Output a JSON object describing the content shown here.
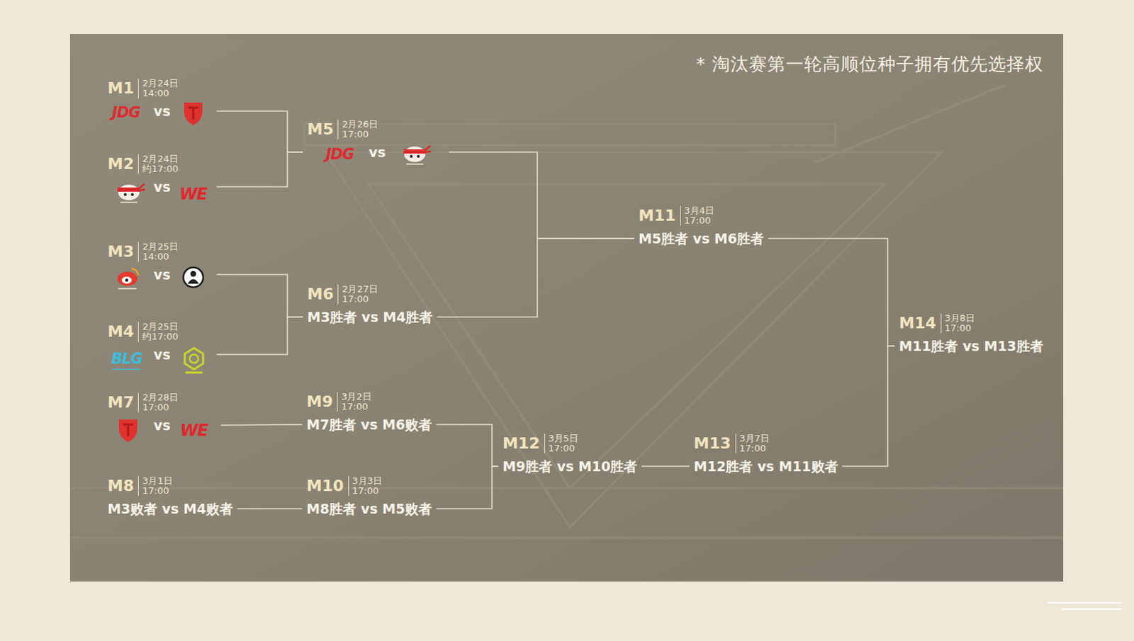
{
  "diagram": {
    "nodes": [
      {
        "text": [
          "M1",
          "2月24日 14:00",
          "vs"
        ]
      },
      {
        "text": [
          "M2",
          "2月24日 约17:00",
          "vs"
        ]
      },
      {
        "text": [
          "M3",
          "2月25日 14:00",
          "vs"
        ]
      },
      {
        "text": [
          "M4",
          "2月25日 约17:00",
          "vs"
        ]
      },
      {
        "text": [
          "M5",
          "2月26日 17:00",
          "vs"
        ]
      },
      {
        "text": [
          "M6",
          "2月27日 17:00",
          "M3胜者 vs M4胜者"
        ]
      },
      {
        "text": [
          "M7",
          "2月28日 17:00",
          "vs"
        ]
      },
      {
        "text": [
          "M8",
          "3月1日 17:00",
          "M3败者 vs M4败者"
        ]
      },
      {
        "text": [
          "M9",
          "3月2日 17:00",
          "M7胜者 vs M6败者"
        ]
      },
      {
        "text": [
          "M10",
          "3月3日 17:00",
          "M8胜者 vs M5败者"
        ]
      },
      {
        "text": [
          "M11",
          "3月4日 17:00",
          "M5胜者 vs M6胜者"
        ]
      },
      {
        "text": [
          "M12",
          "3月5日 17:00",
          "M9胜者 vs M10胜者"
        ]
      },
      {
        "text": [
          "M13",
          "3月7日 17:00",
          "M12胜者 vs M11败者"
        ]
      },
      {
        "text": [
          "M14",
          "3月8日 17:00",
          "M11胜者 vs M13胜者"
        ]
      }
    ],
    "edges": [
      {
        "from": 0,
        "to": 4,
        "arrow": "none"
      },
      {
        "from": 1,
        "to": 4,
        "arrow": "none"
      },
      {
        "from": 2,
        "to": 5,
        "arrow": "none"
      },
      {
        "from": 3,
        "to": 5,
        "arrow": "none"
      },
      {
        "from": 4,
        "to": 10,
        "arrow": "none"
      },
      {
        "from": 5,
        "to": 10,
        "arrow": "none"
      },
      {
        "from": 10,
        "to": 13,
        "arrow": "none"
      },
      {
        "from": 12,
        "to": 13,
        "arrow": "none"
      },
      {
        "from": 6,
        "to": 8,
        "arrow": "none"
      },
      {
        "from": 7,
        "to": 9,
        "arrow": "none"
      },
      {
        "from": 8,
        "to": 11,
        "arrow": "none"
      },
      {
        "from": 9,
        "to": 11,
        "arrow": "none"
      },
      {
        "from": 11,
        "to": 12,
        "arrow": "none"
      }
    ],
    "labels": [
      "* 淘汰赛第一轮高顺位种子拥有优先选择权",
      "JDG",
      "WE",
      "BLG",
      "JDG",
      "WE"
    ]
  }
}
